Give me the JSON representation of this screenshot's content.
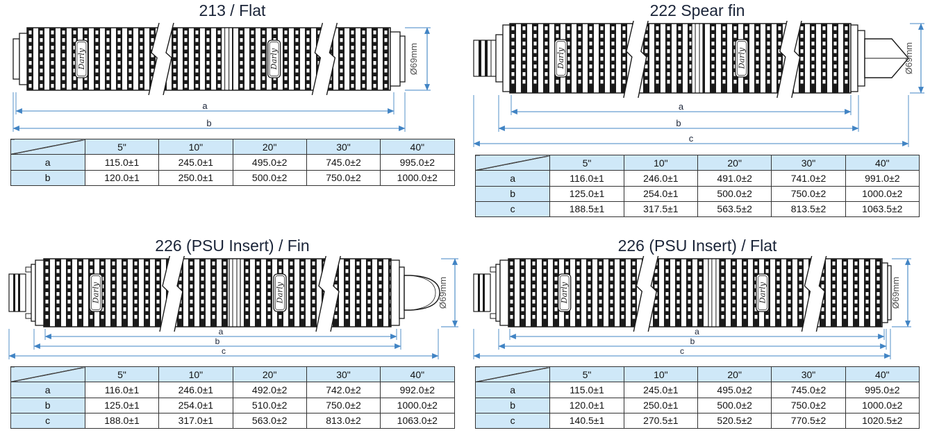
{
  "colors": {
    "title_text": "#1a2438",
    "drawing_ink": "#1a1a1a",
    "dimension_line": "#4184c4",
    "diameter_text": "#4f4f4f",
    "table_border": "#333333",
    "table_header_bg": "#cfe8f8",
    "table_text": "#121212",
    "page_bg": "#ffffff"
  },
  "logo_text": "Darly",
  "panels": [
    {
      "id": "213-flat",
      "title": "213 / Flat",
      "diameter_label": "Ø69mm",
      "end_style": {
        "left": "flat-cap",
        "right": "flat-cap"
      },
      "table": {
        "corner_label": "",
        "col_headers": [
          "5\"",
          "10\"",
          "20\"",
          "30\"",
          "40\""
        ],
        "rows": [
          {
            "label": "a",
            "values": [
              "115.0±1",
              "245.0±1",
              "495.0±2",
              "745.0±2",
              "995.0±2"
            ]
          },
          {
            "label": "b",
            "values": [
              "120.0±1",
              "250.0±1",
              "500.0±2",
              "750.0±2",
              "1000.0±2"
            ]
          }
        ]
      }
    },
    {
      "id": "222-spear-fin",
      "title": "222 Spear fin",
      "diameter_label": "Ø69mm",
      "end_style": {
        "left": "222-oring-adapter",
        "right": "spear-tip"
      },
      "table": {
        "corner_label": "",
        "col_headers": [
          "5\"",
          "10\"",
          "20\"",
          "30\"",
          "40\""
        ],
        "rows": [
          {
            "label": "a",
            "values": [
              "116.0±1",
              "246.0±1",
              "491.0±2",
              "741.0±2",
              "991.0±2"
            ]
          },
          {
            "label": "b",
            "values": [
              "125.0±1",
              "254.0±1",
              "500.0±2",
              "750.0±2",
              "1000.0±2"
            ]
          },
          {
            "label": "c",
            "values": [
              "188.5±1",
              "317.5±1",
              "563.5±2",
              "813.5±2",
              "1063.5±2"
            ]
          }
        ]
      }
    },
    {
      "id": "226-psu-insert-fin",
      "title": "226 (PSU Insert) / Fin",
      "diameter_label": "Ø69mm",
      "end_style": {
        "left": "226-bayonet-adapter",
        "right": "fin-dome"
      },
      "table": {
        "corner_label": "",
        "col_headers": [
          "5\"",
          "10\"",
          "20\"",
          "30\"",
          "40\""
        ],
        "rows": [
          {
            "label": "a",
            "values": [
              "116.0±1",
              "246.0±1",
              "492.0±2",
              "742.0±2",
              "992.0±2"
            ]
          },
          {
            "label": "b",
            "values": [
              "125.0±1",
              "254.0±1",
              "510.0±2",
              "750.0±2",
              "1000.0±2"
            ]
          },
          {
            "label": "c",
            "values": [
              "188.0±1",
              "317.0±1",
              "563.0±2",
              "813.0±2",
              "1063.0±2"
            ]
          }
        ]
      }
    },
    {
      "id": "226-psu-insert-flat",
      "title": "226 (PSU Insert) / Flat",
      "diameter_label": "Ø69mm",
      "end_style": {
        "left": "226-bayonet-adapter",
        "right": "flat-cap"
      },
      "table": {
        "corner_label": "",
        "col_headers": [
          "5\"",
          "10\"",
          "20\"",
          "30\"",
          "40\""
        ],
        "rows": [
          {
            "label": "a",
            "values": [
              "115.0±1",
              "245.0±1",
              "495.0±2",
              "745.0±2",
              "995.0±2"
            ]
          },
          {
            "label": "b",
            "values": [
              "120.0±1",
              "250.0±1",
              "500.0±2",
              "750.0±2",
              "1000.0±2"
            ]
          },
          {
            "label": "c",
            "values": [
              "140.5±1",
              "270.5±1",
              "520.5±2",
              "770.5±2",
              "1020.5±2"
            ]
          }
        ]
      }
    }
  ]
}
